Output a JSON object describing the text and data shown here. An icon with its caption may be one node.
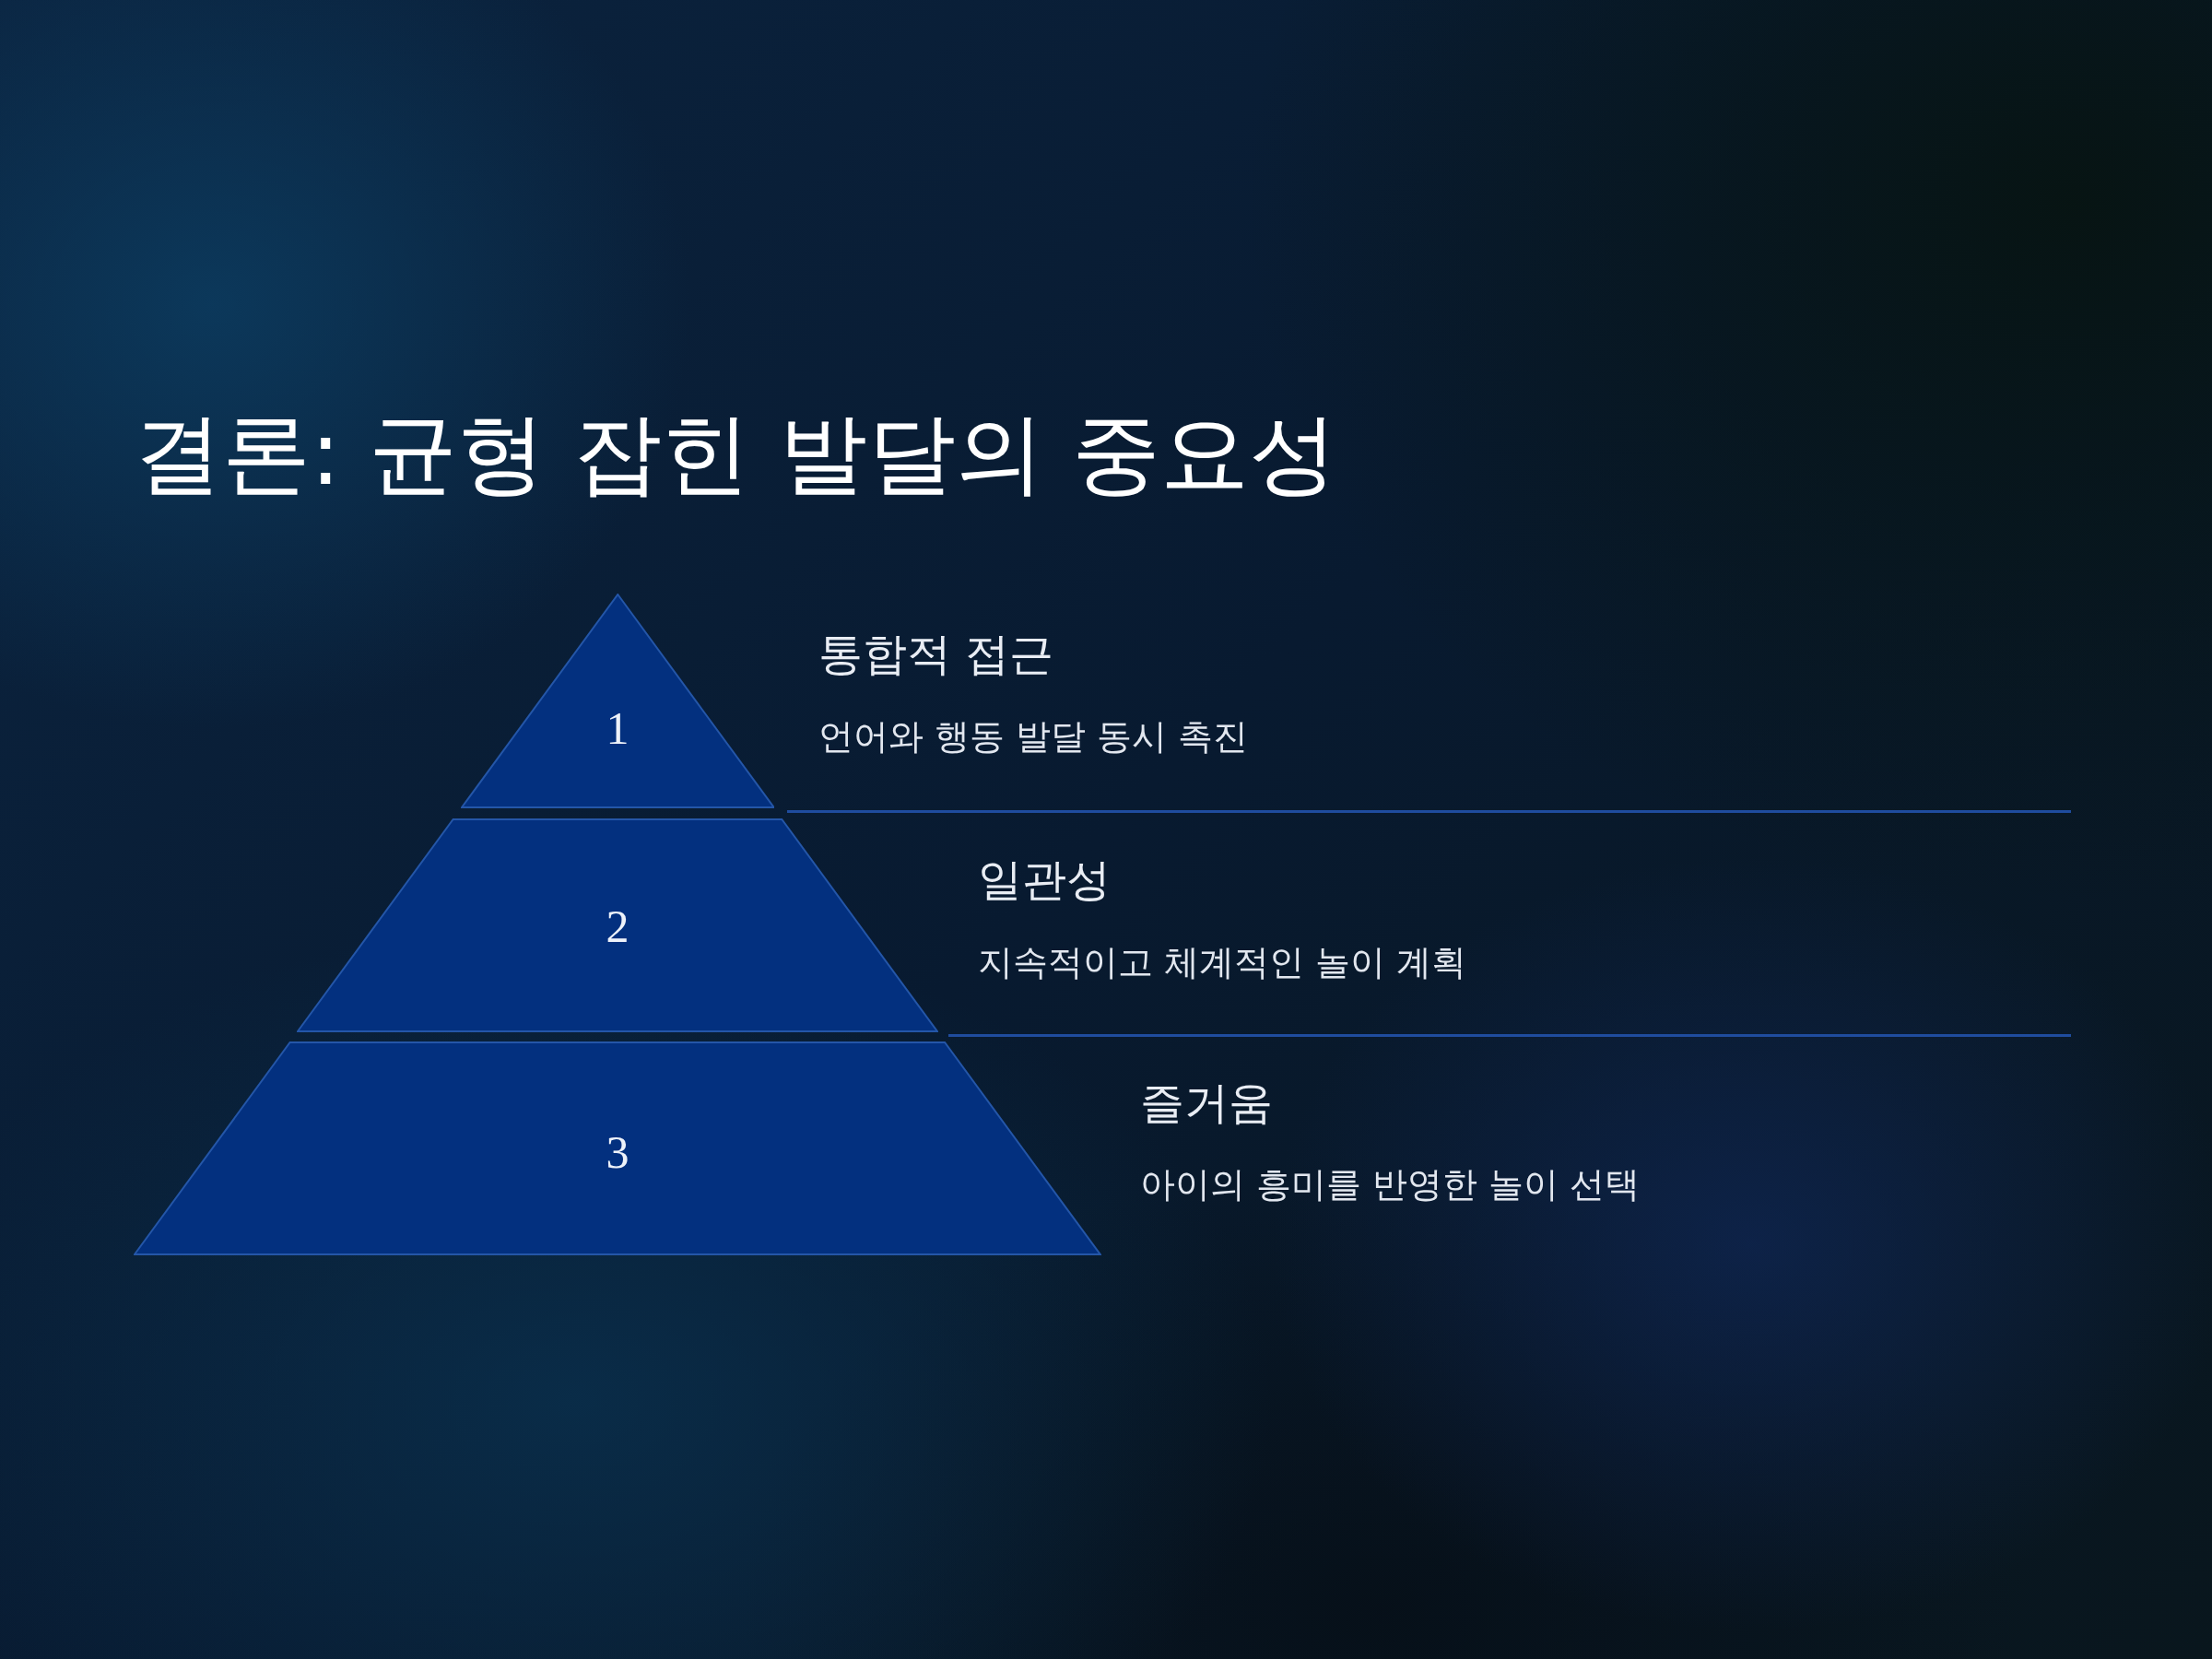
{
  "diagram": {
    "title": "결론: 균형 잡힌 발달의 중요성",
    "nodes": [
      {
        "text": [
          "1"
        ],
        "beside": [
          "통합적 접근",
          "언어와 행동 발달 동시 촉진"
        ]
      },
      {
        "text": [
          "2"
        ],
        "beside": [
          "일관성",
          "지속적이고 체계적인 놀이 계획"
        ]
      },
      {
        "text": [
          "3"
        ],
        "beside": [
          "즐거움",
          "아이의 흥미를 반영한 놀이 선택"
        ]
      }
    ]
  }
}
